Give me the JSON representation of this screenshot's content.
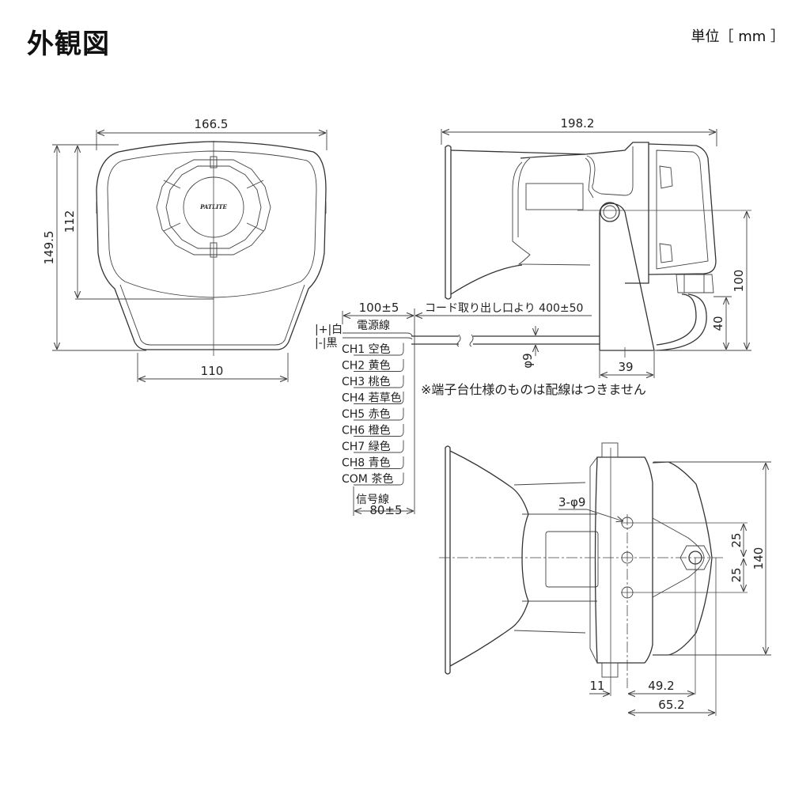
{
  "header": {
    "title": "外観図",
    "unit_label": "単位［ mm ］"
  },
  "front_view": {
    "logo_text": "PATLITE",
    "dimensions": {
      "overall_width": "166.5",
      "overall_height": "149.5",
      "face_height": "112",
      "bottom_width": "110"
    }
  },
  "side_view": {
    "dimensions": {
      "overall_length": "198.2",
      "bracket_height": "100",
      "cable_exit_height": "40",
      "bracket_width": "39",
      "cable_diameter": "φ9"
    }
  },
  "wiring": {
    "stripped_length": "100±5",
    "cord_length": "コード取り出し口より 400±50",
    "power_line_label": "電源線",
    "power_wires": [
      {
        "polarity": "|+|",
        "color": "白"
      },
      {
        "polarity": "|-|",
        "color": "黒"
      }
    ],
    "signal_wires": [
      {
        "channel": "CH1",
        "color": "空色"
      },
      {
        "channel": "CH2",
        "color": "黄色"
      },
      {
        "channel": "CH3",
        "color": "桃色"
      },
      {
        "channel": "CH4",
        "color": "若草色"
      },
      {
        "channel": "CH5",
        "color": "赤色"
      },
      {
        "channel": "CH6",
        "color": "橙色"
      },
      {
        "channel": "CH7",
        "color": "緑色"
      },
      {
        "channel": "CH8",
        "color": "青色"
      },
      {
        "channel": "COM",
        "color": "茶色"
      }
    ],
    "signal_line_label": "信号線",
    "signal_length": "80±5",
    "note": "※端子台仕様のものは配線はつきません"
  },
  "top_view": {
    "hole_callout": "3-φ9",
    "dimensions": {
      "hole_pitch_upper": "25",
      "hole_pitch_lower": "25",
      "overall_depth": "140",
      "bolt_offset": "11",
      "center_to_pivot": "49.2",
      "center_to_back": "65.2"
    }
  }
}
